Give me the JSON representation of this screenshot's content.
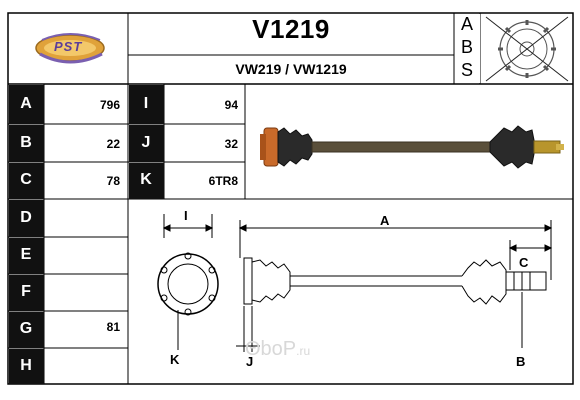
{
  "header": {
    "title": "V1219",
    "subtitle": "VW219 / VW1219",
    "abs_letters": [
      "A",
      "B",
      "S"
    ]
  },
  "brand": {
    "logo_text": "PST"
  },
  "specs_left": [
    {
      "label": "A",
      "value": "796"
    },
    {
      "label": "B",
      "value": "22"
    },
    {
      "label": "C",
      "value": "78"
    },
    {
      "label": "D",
      "value": ""
    },
    {
      "label": "E",
      "value": ""
    },
    {
      "label": "F",
      "value": ""
    },
    {
      "label": "G",
      "value": "81"
    },
    {
      "label": "H",
      "value": ""
    }
  ],
  "specs_right": [
    {
      "label": "I",
      "value": "94"
    },
    {
      "label": "J",
      "value": "32"
    },
    {
      "label": "K",
      "value": "6TR8"
    }
  ],
  "diagram": {
    "labels": {
      "A": "A",
      "B": "B",
      "C": "C",
      "I": "I",
      "J": "J",
      "K": "K"
    }
  },
  "watermark": {
    "main": "ΘboР",
    "tld": ".ru"
  },
  "colors": {
    "label_bg": "#111111",
    "grid": "#000000",
    "shaft": "#5a4f3a",
    "boot": "#2a2a2a",
    "flange": "#c96a2a",
    "stub": "#b8952c"
  }
}
